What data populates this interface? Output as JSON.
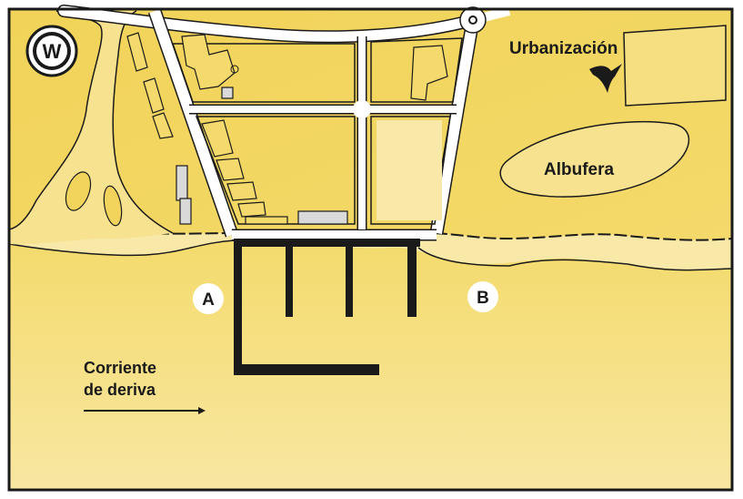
{
  "map": {
    "compass_letter": "W",
    "labels": {
      "urbanizacion": "Urbanización",
      "albufera": "Albufera",
      "point_a": "A",
      "point_b": "B",
      "current_line1": "Corriente",
      "current_line2": "de deriva"
    },
    "colors": {
      "land": "#f2d45c",
      "land_light": "#f6e07e",
      "sea_top": "#f0d04a",
      "sea_bottom": "#f7e49a",
      "road": "#ffffff",
      "outline": "#1a1a1a",
      "building": "#d9d9d9",
      "breakwater": "#1a1a1a"
    },
    "icons": [
      "compass-rose-icon",
      "seabird-icon",
      "arrow-right-icon"
    ]
  }
}
